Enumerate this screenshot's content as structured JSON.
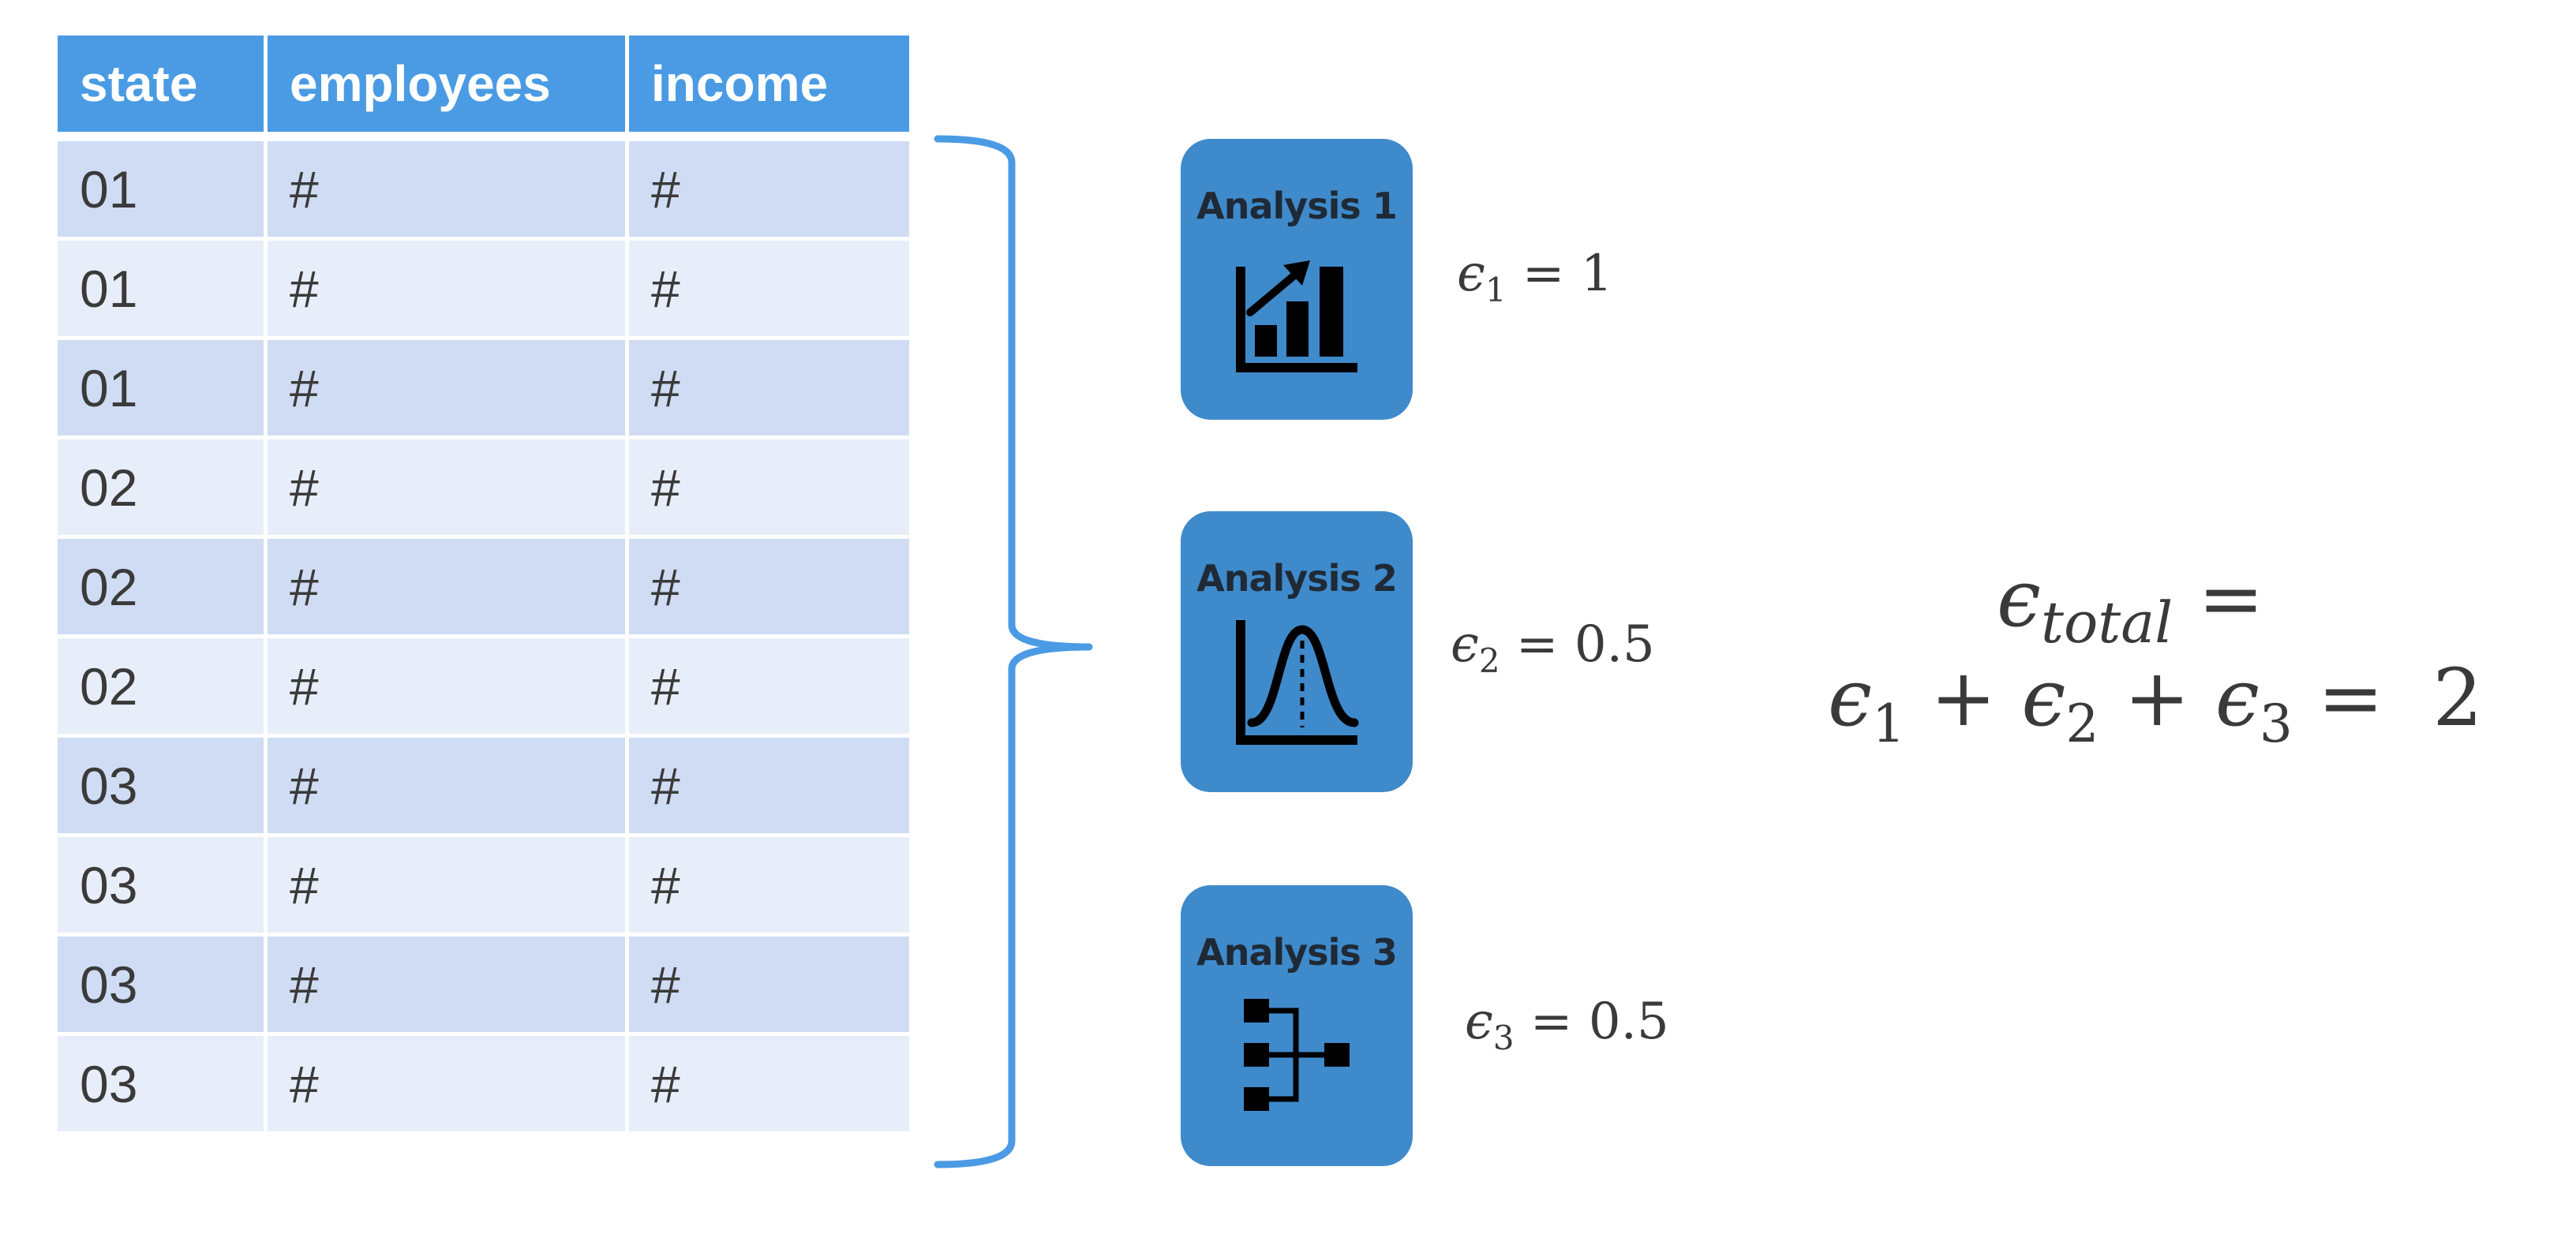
{
  "table": {
    "headers": [
      "state",
      "employees",
      "income"
    ],
    "rows": [
      [
        "01",
        "#",
        "#"
      ],
      [
        "01",
        "#",
        "#"
      ],
      [
        "01",
        "#",
        "#"
      ],
      [
        "02",
        "#",
        "#"
      ],
      [
        "02",
        "#",
        "#"
      ],
      [
        "02",
        "#",
        "#"
      ],
      [
        "03",
        "#",
        "#"
      ],
      [
        "03",
        "#",
        "#"
      ],
      [
        "03",
        "#",
        "#"
      ],
      [
        "03",
        "#",
        "#"
      ]
    ]
  },
  "analyses": [
    {
      "title": "Analysis 1",
      "icon": "bar-chart-trend-icon",
      "epsilon_symbol": "ϵ",
      "epsilon_sub": "1",
      "equals": "=",
      "epsilon_value": "1"
    },
    {
      "title": "Analysis 2",
      "icon": "bell-curve-icon",
      "epsilon_symbol": "ϵ",
      "epsilon_sub": "2",
      "equals": "=",
      "epsilon_value": "0.5"
    },
    {
      "title": "Analysis 3",
      "icon": "hierarchy-icon",
      "epsilon_symbol": "ϵ",
      "epsilon_sub": "3",
      "equals": "=",
      "epsilon_value": "0.5"
    }
  ],
  "total": {
    "symbol": "ϵ",
    "subscript": "total",
    "equals": "=",
    "plus": "+",
    "sub1": "1",
    "sub2": "2",
    "sub3": "3",
    "result": "2"
  },
  "colors": {
    "header_bg": "#4a9be4",
    "row_dark": "#cfdcf4",
    "row_light": "#e8eef9",
    "box_bg": "#3f8acb",
    "brace": "#4a9be4"
  }
}
